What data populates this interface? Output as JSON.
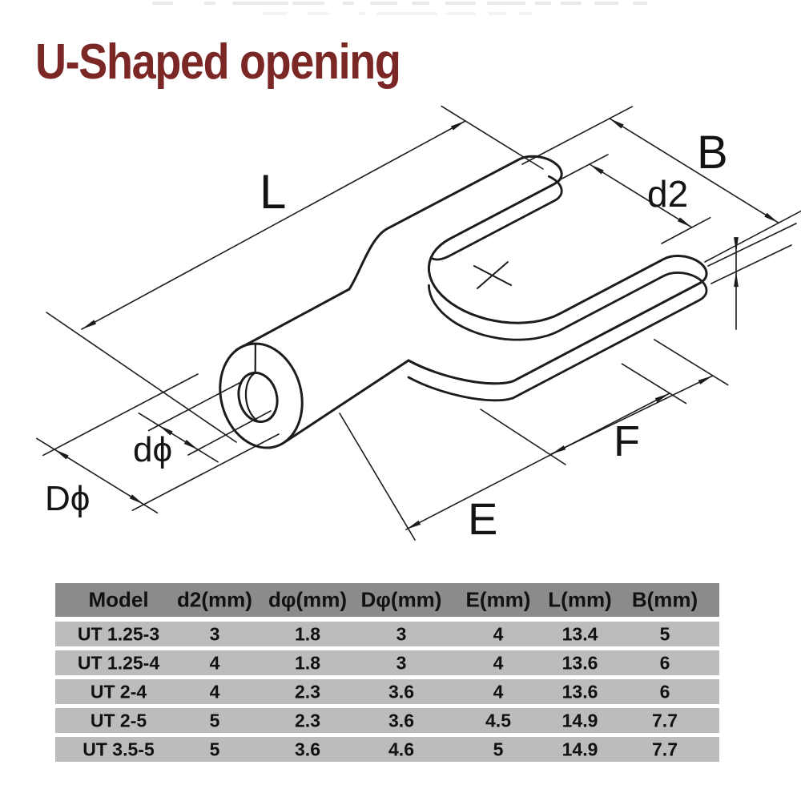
{
  "title": "U-Shaped opening",
  "colors": {
    "title": "#7b2726",
    "line": "#1c1c1c",
    "table_header_bg": "#8b8b8b",
    "table_row_bg": "#bcbcbc"
  },
  "drawing": {
    "labels": {
      "L": "L",
      "B": "B",
      "d2": "d2",
      "D_phi": "Dϕ",
      "d_phi": "dϕ",
      "E": "E",
      "F": "F"
    }
  },
  "table": {
    "columns": [
      "Model",
      "d2(mm)",
      "dφ(mm)",
      "Dφ(mm)",
      "E(mm)",
      "L(mm)",
      "B(mm)"
    ],
    "rows": [
      [
        "UT 1.25-3",
        "3",
        "1.8",
        "3",
        "4",
        "13.4",
        "5"
      ],
      [
        "UT 1.25-4",
        "4",
        "1.8",
        "3",
        "4",
        "13.6",
        "6"
      ],
      [
        "UT 2-4",
        "4",
        "2.3",
        "3.6",
        "4",
        "13.6",
        "6"
      ],
      [
        "UT 2-5",
        "5",
        "2.3",
        "3.6",
        "4.5",
        "14.9",
        "7.7"
      ],
      [
        "UT 3.5-5",
        "5",
        "3.6",
        "4.6",
        "5",
        "14.9",
        "7.7"
      ]
    ]
  }
}
